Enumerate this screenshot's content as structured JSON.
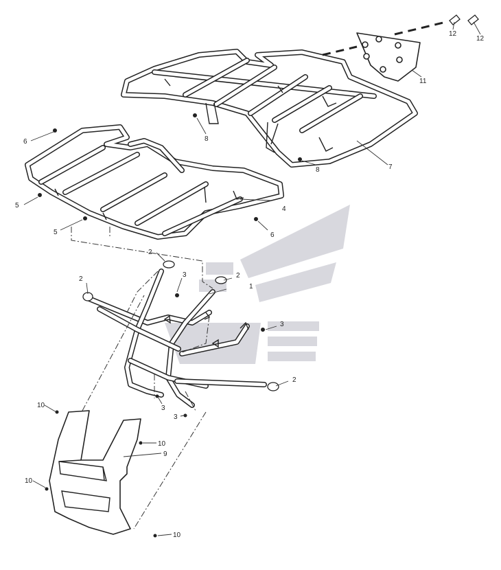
{
  "callouts": [
    "1",
    "2",
    "3",
    "4",
    "5",
    "6",
    "7",
    "8",
    "9",
    "10",
    "11",
    "12"
  ],
  "colors": {
    "line": "#222222",
    "watermark": "#d8d8de",
    "background": "#ffffff"
  }
}
